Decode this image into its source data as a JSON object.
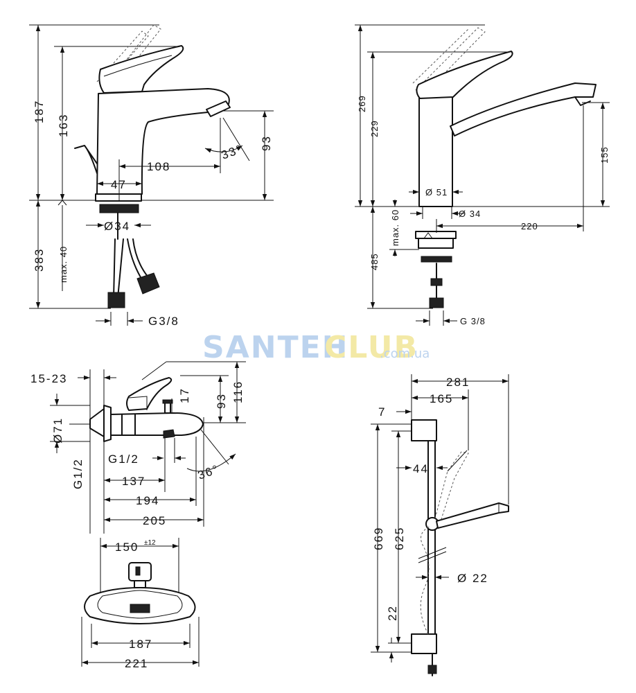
{
  "colors": {
    "line": "#111111",
    "watermark_blue": "#bcd3ee",
    "watermark_yellow": "#f3e9a6"
  },
  "watermark": {
    "part1": "SANTEH",
    "part2": "CLUB",
    "suffix": ".com.ua"
  },
  "basin_mixer": {
    "total_height": "187",
    "handle_height": "163",
    "spout_height": "93",
    "spout_reach": "108",
    "body_width": "47",
    "hole_diameter": "Ø34",
    "spout_angle": "33°",
    "below_height": "383",
    "max_thickness": "max. 40",
    "thread": "G3/8"
  },
  "kitchen_mixer": {
    "total_height": "269",
    "body_height": "229",
    "spout_height": "155",
    "body_diameter": "Ø 51",
    "hole_diameter": "Ø 34",
    "spout_reach": "220",
    "max_thickness": "max. 60",
    "below_height": "485",
    "thread": "G 3/8"
  },
  "bath_mixer": {
    "wall_distance": "15-23",
    "height_93": "93",
    "height_116": "116",
    "cap_17": "17",
    "rosette": "Ø71",
    "connection": "G1/2",
    "outlet": "G1/2",
    "angle": "36°",
    "reach_137": "137",
    "reach_194": "194",
    "reach_205": "205"
  },
  "bath_front": {
    "centers": "150",
    "tolerance": "±12",
    "width_187": "187",
    "width_221": "221"
  },
  "shower_set": {
    "width_281": "281",
    "width_165": "165",
    "offset_7": "7",
    "offset_44": "44",
    "height_669": "669",
    "height_625": "625",
    "bottom_22": "22",
    "rail_diameter": "Ø 22"
  }
}
